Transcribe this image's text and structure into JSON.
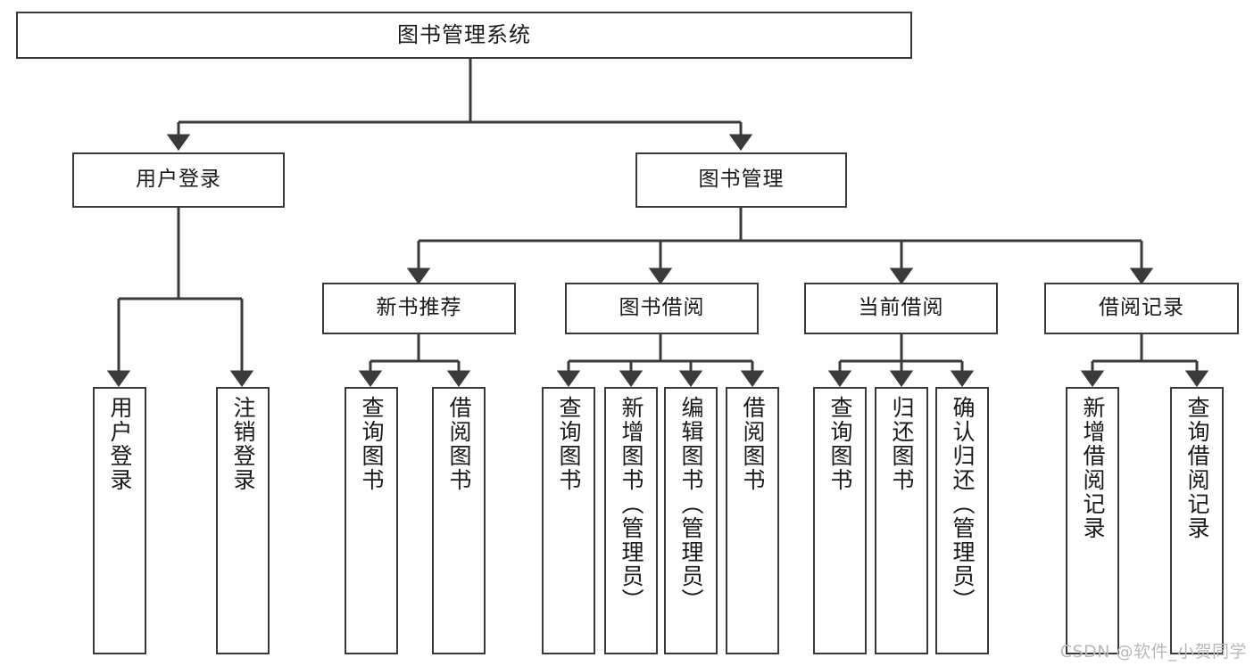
{
  "diagram": {
    "title": "图书管理系统",
    "type": "tree-hierarchy-chart",
    "colors": {
      "box_border": "#3a3a3a",
      "box_fill": "#ffffff",
      "line": "#3a3a3a",
      "text": "#1a1a1a",
      "watermark": "#b9b9b9"
    },
    "root": {
      "label": "图书管理系统"
    },
    "level2": [
      {
        "label": "用户登录"
      },
      {
        "label": "图书管理"
      }
    ],
    "level3": [
      {
        "label": "新书推荐"
      },
      {
        "label": "图书借阅"
      },
      {
        "label": "当前借阅"
      },
      {
        "label": "借阅记录"
      }
    ],
    "leaves": {
      "user_login": [
        {
          "label": "用户登录"
        },
        {
          "label": "注销登录"
        }
      ],
      "new_book_recommend": [
        {
          "label": "查询图书"
        },
        {
          "label": "借阅图书"
        }
      ],
      "book_borrow": [
        {
          "label": "查询图书"
        },
        {
          "label": "新增图书（管理员）"
        },
        {
          "label": "编辑图书（管理员）"
        },
        {
          "label": "借阅图书"
        }
      ],
      "current_borrow": [
        {
          "label": "查询图书"
        },
        {
          "label": "归还图书"
        },
        {
          "label": "确认归还（管理员）"
        }
      ],
      "borrow_record": [
        {
          "label": "新增借阅记录"
        },
        {
          "label": "查询借阅记录"
        }
      ]
    }
  },
  "watermark": {
    "text": "CSDN @软件_小贺同学"
  }
}
